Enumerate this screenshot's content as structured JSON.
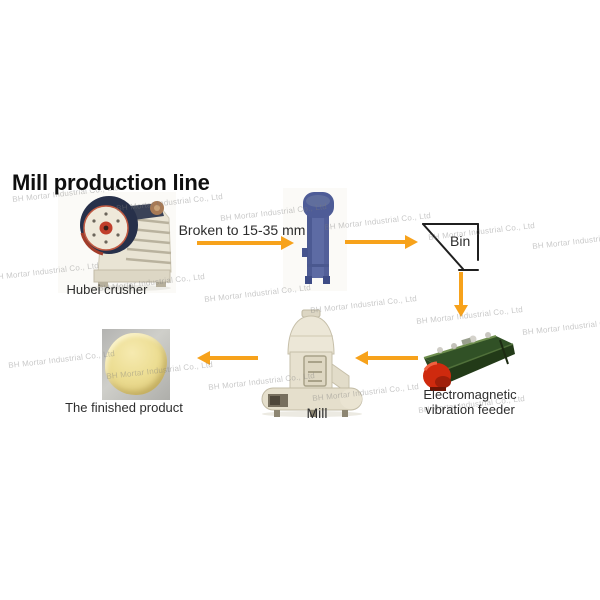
{
  "title": "Mill production line",
  "watermark": "BH Mortar Industrial Co., Ltd",
  "colors": {
    "arrow": "#F7A21B",
    "watermark_gray": "#7d7d7d"
  },
  "labels": {
    "crusher": "Hubei crusher",
    "broken": "Broken to 15-35 mm",
    "bin": "Bin",
    "feeder_line1": "Electromagnetic",
    "feeder_line2": "vibration feeder",
    "mill": "Mill",
    "product": "The finished product"
  }
}
